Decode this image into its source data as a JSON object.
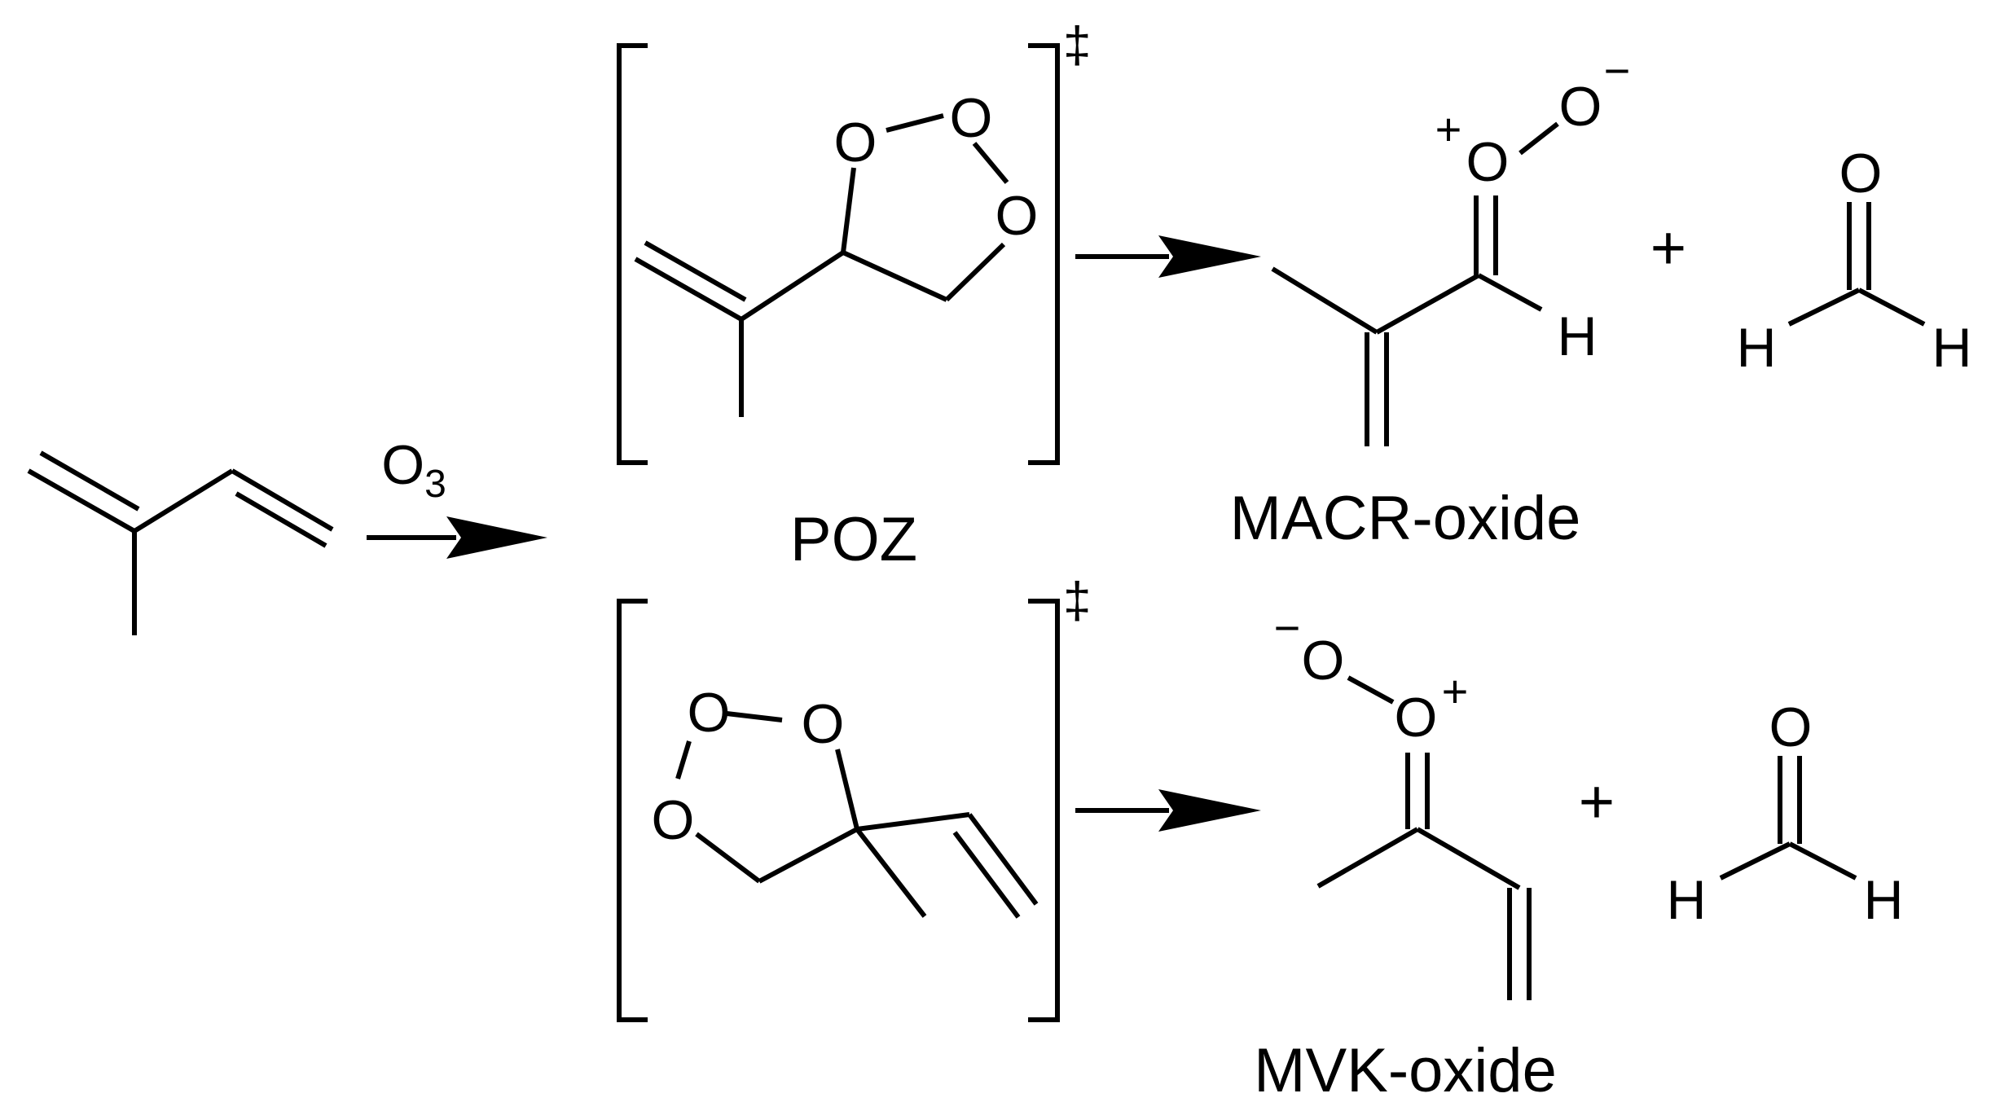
{
  "scheme": {
    "reagent": {
      "main": "O",
      "subscript": "3"
    },
    "intermediate_label": "POZ",
    "transition_state_mark": "‡",
    "plus_sign": "+",
    "atoms": {
      "oxygen": "O",
      "hydrogen": "H"
    },
    "charges": {
      "positive": "+",
      "negative": "−"
    },
    "products": {
      "top": {
        "label": "MACR-oxide"
      },
      "bottom": {
        "label": "MVK-oxide"
      }
    }
  }
}
